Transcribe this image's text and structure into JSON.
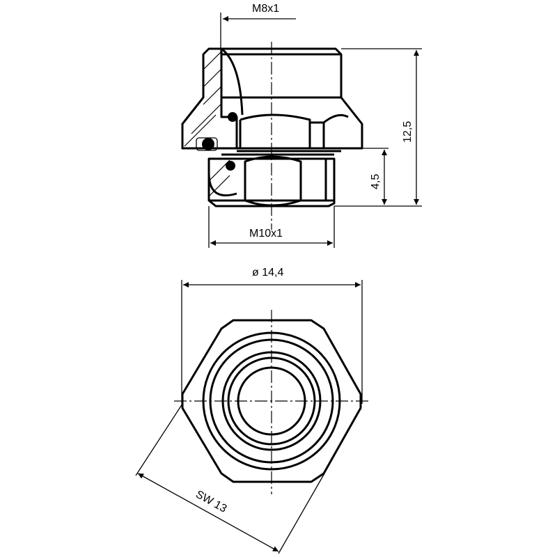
{
  "drawing": {
    "type": "technical-drawing",
    "subject": "threaded adapter / reducer fitting with O-rings",
    "colors": {
      "line": "#000000",
      "background": "#ffffff"
    },
    "views": [
      {
        "name": "side-section-view",
        "description": "Half-section side view with hatched wall, hex collar, O-ring seals"
      },
      {
        "name": "top-view",
        "description": "Hexagon with concentric circles (end view)"
      }
    ]
  },
  "dimensions": {
    "thread_top": "M8x1",
    "thread_bottom": "M10x1",
    "total_height": "12,5",
    "lower_height": "4,5",
    "diameter": "ø 14,4",
    "wrench_size": "SW 13"
  }
}
